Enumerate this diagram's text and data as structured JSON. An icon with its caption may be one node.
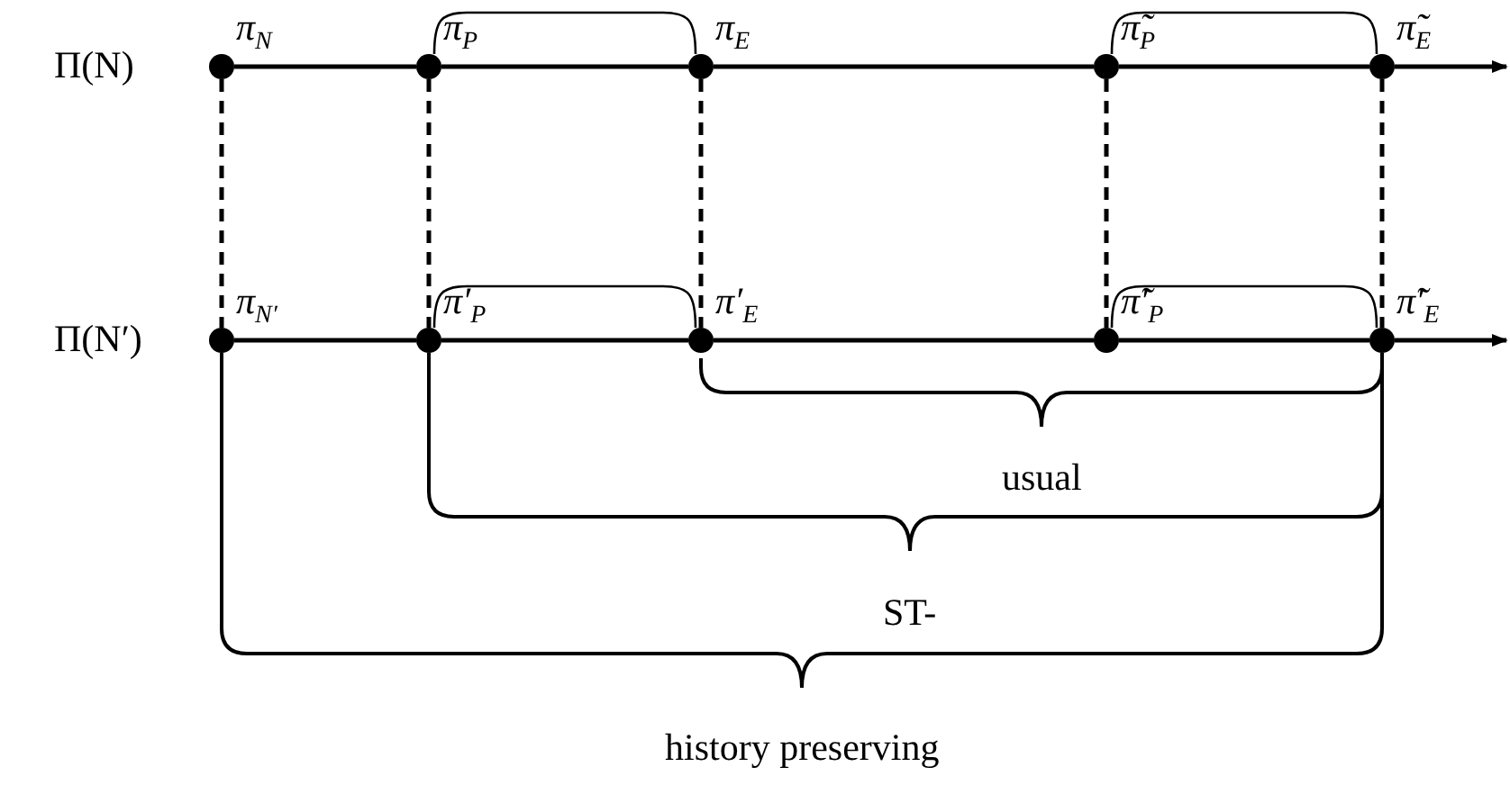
{
  "diagram": {
    "nodes": [
      {
        "text": [],
        "shape": "circle",
        "beside": [
          "π$_{N}$"
        ]
      },
      {
        "text": [],
        "shape": "circle",
        "beside": [
          "π$_{P}$"
        ]
      },
      {
        "text": [],
        "shape": "circle",
        "beside": [
          "π$_{E}$"
        ]
      },
      {
        "text": [],
        "shape": "circle",
        "beside": [
          "π̃$_{P}$"
        ]
      },
      {
        "text": [],
        "shape": "circle",
        "beside": [
          "π̃$_{E}$"
        ]
      },
      {
        "text": [],
        "shape": "circle",
        "beside": [
          "π$_{N′}$"
        ]
      },
      {
        "text": [],
        "shape": "circle",
        "beside": [
          "π′$_{P}$"
        ]
      },
      {
        "text": [],
        "shape": "circle",
        "beside": [
          "π′$_{E}$"
        ]
      },
      {
        "text": [],
        "shape": "circle",
        "beside": [
          "π̃′$_{P}$"
        ]
      },
      {
        "text": [],
        "shape": "circle",
        "beside": [
          "π̃′$_{E}$"
        ]
      }
    ],
    "edges": [
      {
        "from": 0,
        "to": 1,
        "arrow": "none"
      },
      {
        "from": 1,
        "to": 2,
        "arrow": "none"
      },
      {
        "from": 2,
        "to": 3,
        "arrow": "none"
      },
      {
        "from": 3,
        "to": 4,
        "arrow": "none"
      },
      {
        "from": 4,
        "to": null,
        "arrow": "to"
      },
      {
        "from": 5,
        "to": 6,
        "arrow": "none"
      },
      {
        "from": 6,
        "to": 7,
        "arrow": "none"
      },
      {
        "from": 7,
        "to": 8,
        "arrow": "none"
      },
      {
        "from": 8,
        "to": 9,
        "arrow": "none"
      },
      {
        "from": 9,
        "to": null,
        "arrow": "to"
      },
      {
        "from": 0,
        "to": 5,
        "arrow": "none",
        "style": "dashed"
      },
      {
        "from": 1,
        "to": 6,
        "arrow": "none",
        "style": "dashed"
      },
      {
        "from": 2,
        "to": 7,
        "arrow": "none",
        "style": "dashed"
      },
      {
        "from": 3,
        "to": 8,
        "arrow": "none",
        "style": "dashed"
      },
      {
        "from": 4,
        "to": 9,
        "arrow": "none",
        "style": "dashed"
      }
    ],
    "labels": [
      "Π(N)",
      "Π(N′)",
      "usual",
      "ST-",
      "history preserving"
    ]
  }
}
